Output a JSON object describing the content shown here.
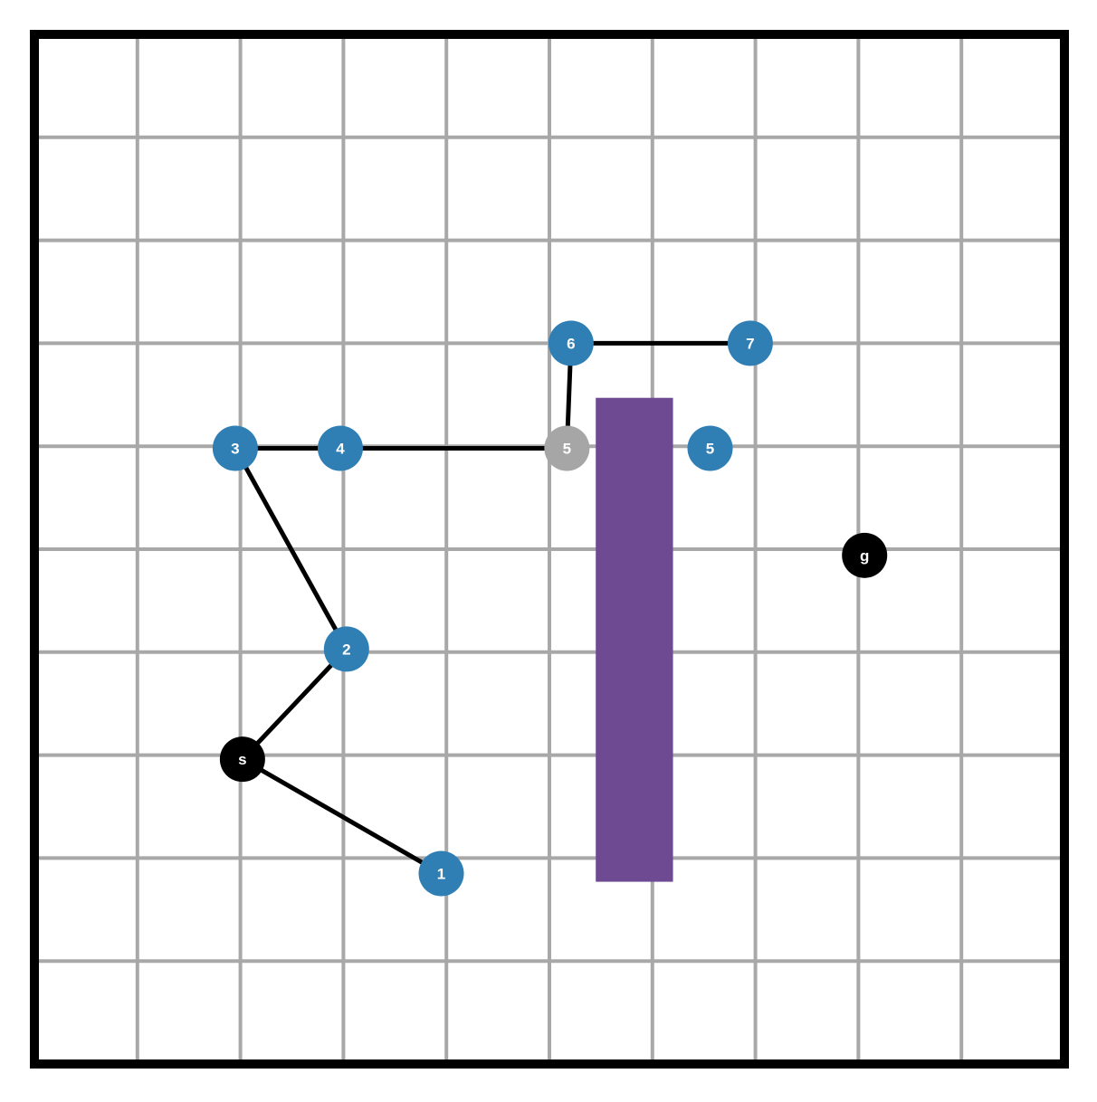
{
  "colors": {
    "frame": "#000000",
    "grid": "#a8a8a8",
    "node": "#2f7fb5",
    "node_dimmed": "#a6a6a6",
    "terminal": "#000000",
    "obstacle": "#6e4a93",
    "edge": "#000000",
    "label": "#ffffff"
  },
  "grid": {
    "cols": 10,
    "rows": 10
  },
  "nodes": [
    {
      "id": "s",
      "label": "s",
      "kind": "terminal",
      "col": 2.02,
      "row": 7.04
    },
    {
      "id": "g",
      "label": "g",
      "kind": "terminal",
      "col": 8.06,
      "row": 5.06
    },
    {
      "id": "n1",
      "label": "1",
      "kind": "node",
      "col": 3.95,
      "row": 8.15
    },
    {
      "id": "n2",
      "label": "2",
      "kind": "node",
      "col": 3.03,
      "row": 5.97
    },
    {
      "id": "n3",
      "label": "3",
      "kind": "node",
      "col": 1.95,
      "row": 4.02
    },
    {
      "id": "n4",
      "label": "4",
      "kind": "node",
      "col": 2.97,
      "row": 4.02
    },
    {
      "id": "n5a",
      "label": "5",
      "kind": "dimmed",
      "col": 5.17,
      "row": 4.02
    },
    {
      "id": "n5b",
      "label": "5",
      "kind": "node",
      "col": 6.56,
      "row": 4.02
    },
    {
      "id": "n6",
      "label": "6",
      "kind": "node",
      "col": 5.21,
      "row": 3.0
    },
    {
      "id": "n7",
      "label": "7",
      "kind": "node",
      "col": 6.95,
      "row": 3.0
    }
  ],
  "edges": [
    [
      "s",
      "n1"
    ],
    [
      "s",
      "n2"
    ],
    [
      "n2",
      "n3"
    ],
    [
      "n3",
      "n4"
    ],
    [
      "n4",
      "n5a"
    ],
    [
      "n5a",
      "n6"
    ],
    [
      "n6",
      "n7"
    ]
  ],
  "obstacles": [
    {
      "id": "wall",
      "col_from": 5.45,
      "col_to": 6.2,
      "row_from": 3.53,
      "row_to": 8.23
    }
  ]
}
